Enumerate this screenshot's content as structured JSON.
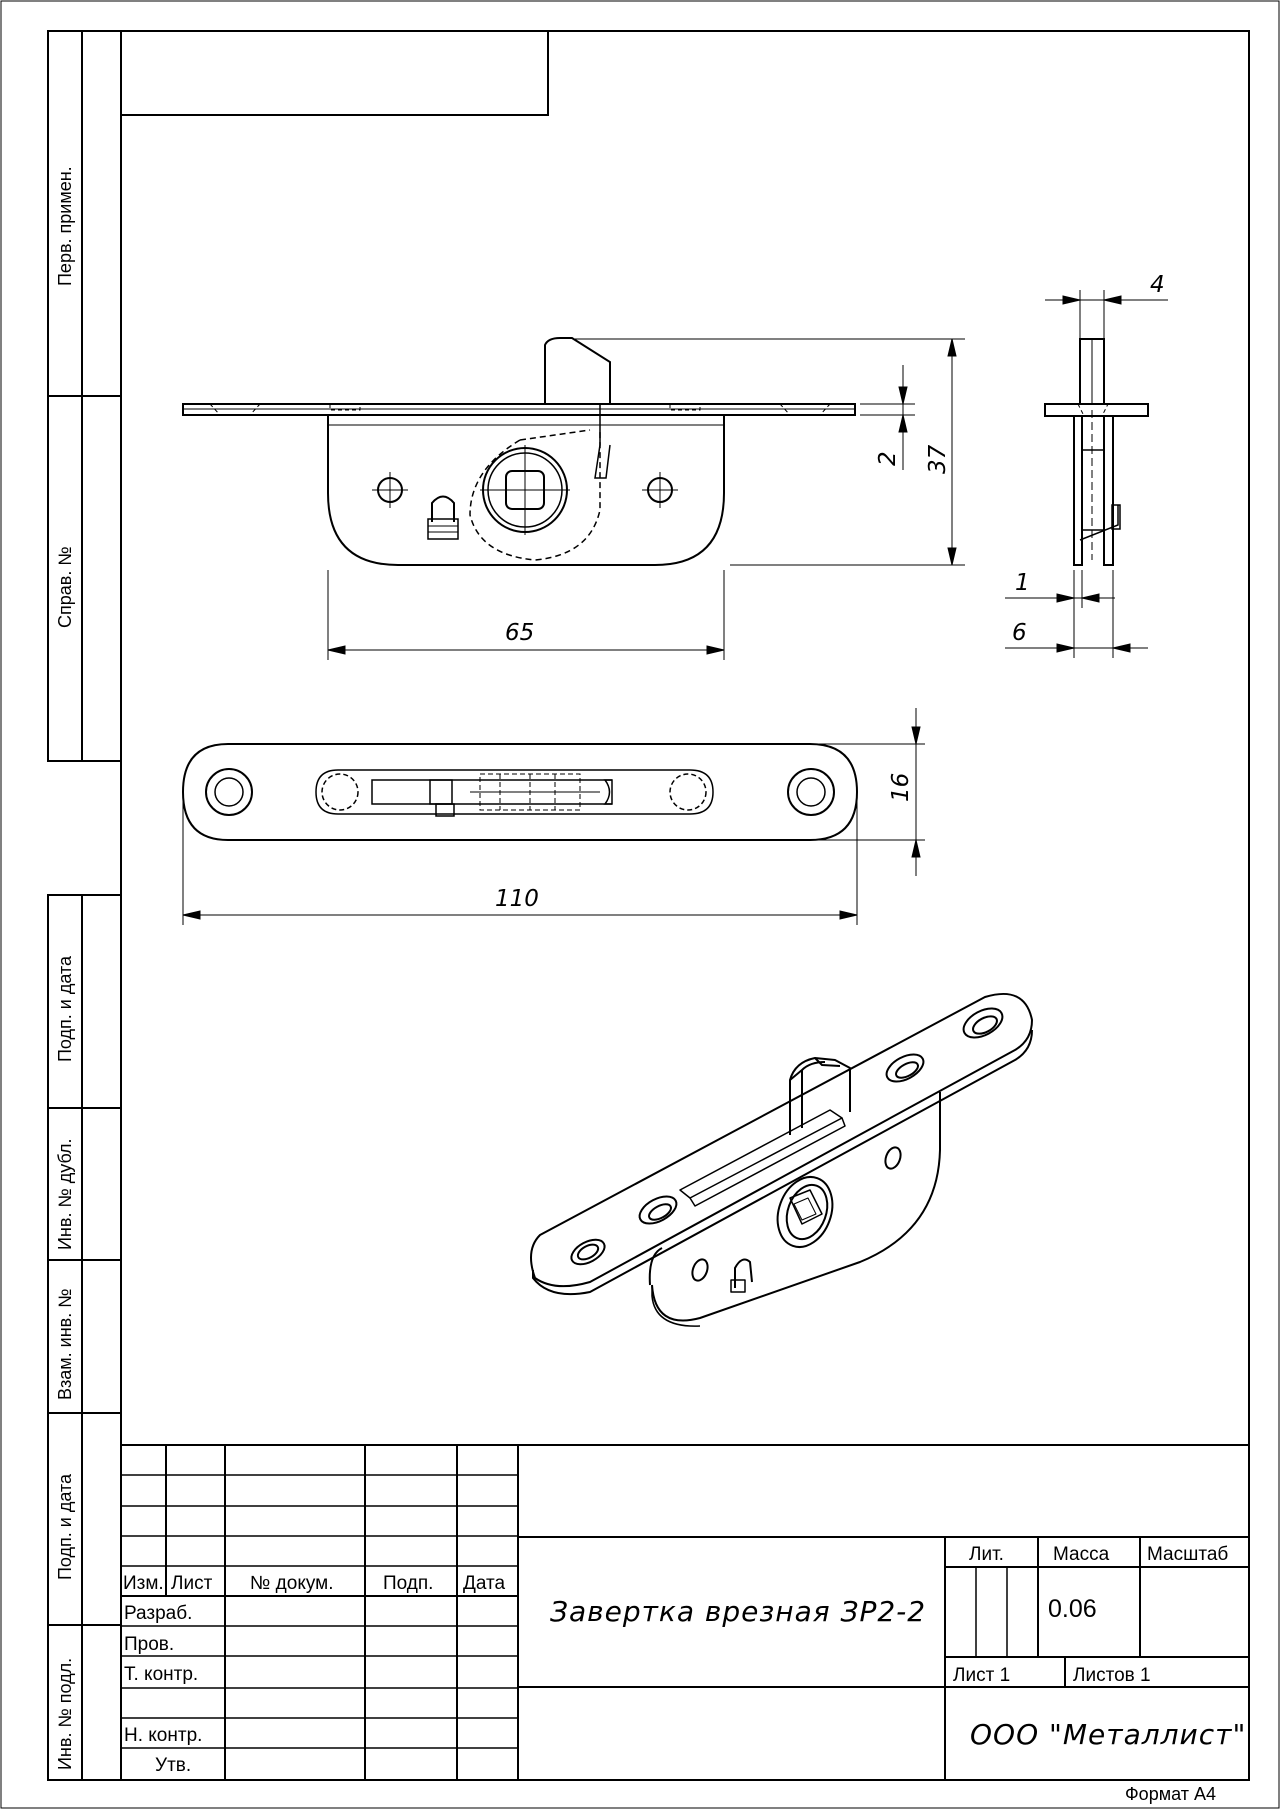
{
  "side_stamp": {
    "first_use": "Перв. примен.",
    "ref_no": "Справ. №",
    "sign_date_1": "Подп. и дата",
    "dup_inv_no": "Инв. № дубл.",
    "replace_inv_no": "Взам. инв. №",
    "sign_date_2": "Подп. и дата",
    "orig_inv_no": "Инв. № подл."
  },
  "dimensions": {
    "d_4": "4",
    "d_2": "2",
    "d_37": "37",
    "d_65": "65",
    "d_1": "1",
    "d_6": "6",
    "d_16": "16",
    "d_110": "110"
  },
  "title_block": {
    "headers": {
      "izm": "Изм.",
      "list": "Лист",
      "doc_no": "№ докум.",
      "sign": "Подп.",
      "date": "Дата"
    },
    "roles": {
      "developed": "Разраб.",
      "checked": "Пров.",
      "tech_control": "Т. контр.",
      "norm_control": "Н. контр.",
      "approved": "Утв."
    },
    "document_title": "Завертка врезная ЗР2-2",
    "lit_label": "Лит.",
    "mass_label": "Масса",
    "scale_label": "Масштаб",
    "mass_value": "0.06",
    "sheet_label": "Лист 1",
    "sheets_label": "Листов 1",
    "company": "ООО \"Металлист\""
  },
  "format": "Формат А4"
}
